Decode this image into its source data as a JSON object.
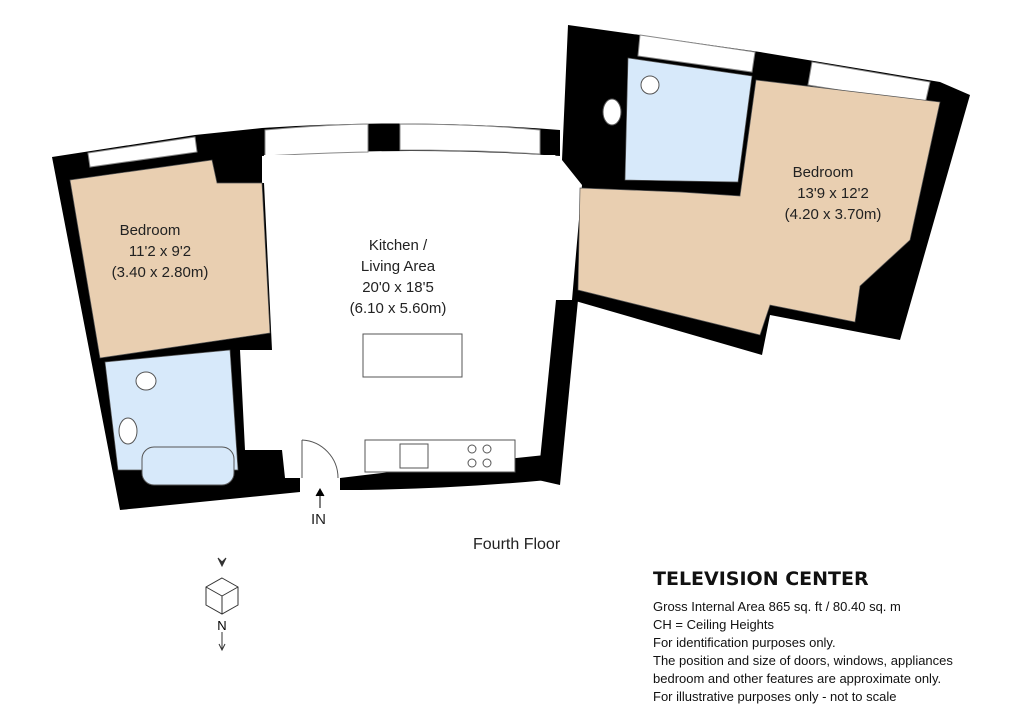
{
  "plan": {
    "floor_label": "Fourth Floor",
    "entrance_label": "IN",
    "compass_label": "N",
    "rooms": [
      {
        "name": "Bedroom",
        "imperial": "11'2 x 9'2",
        "metric": "(3.40 x 2.80m)"
      },
      {
        "name_line1": "Kitchen /",
        "name_line2": "Living Area",
        "imperial": "20'0 x 18'5",
        "metric": "(6.10 x 5.60m)"
      },
      {
        "name": "Bedroom",
        "imperial": "13'9 x 12'2",
        "metric": "(4.20 x 3.70m)"
      }
    ],
    "colors": {
      "bedroom": "#e9cfb1",
      "bathroom": "#d7e9fa",
      "wall": "#000000"
    }
  },
  "info": {
    "title": "TELEVISION CENTER",
    "lines": [
      "Gross Internal Area 865 sq. ft / 80.40 sq. m",
      "CH = Ceiling Heights",
      "For identification purposes only.",
      "The position and size of doors, windows, appliances",
      "bedroom and other features are approximate only.",
      "For illustrative purposes only - not to scale"
    ]
  }
}
